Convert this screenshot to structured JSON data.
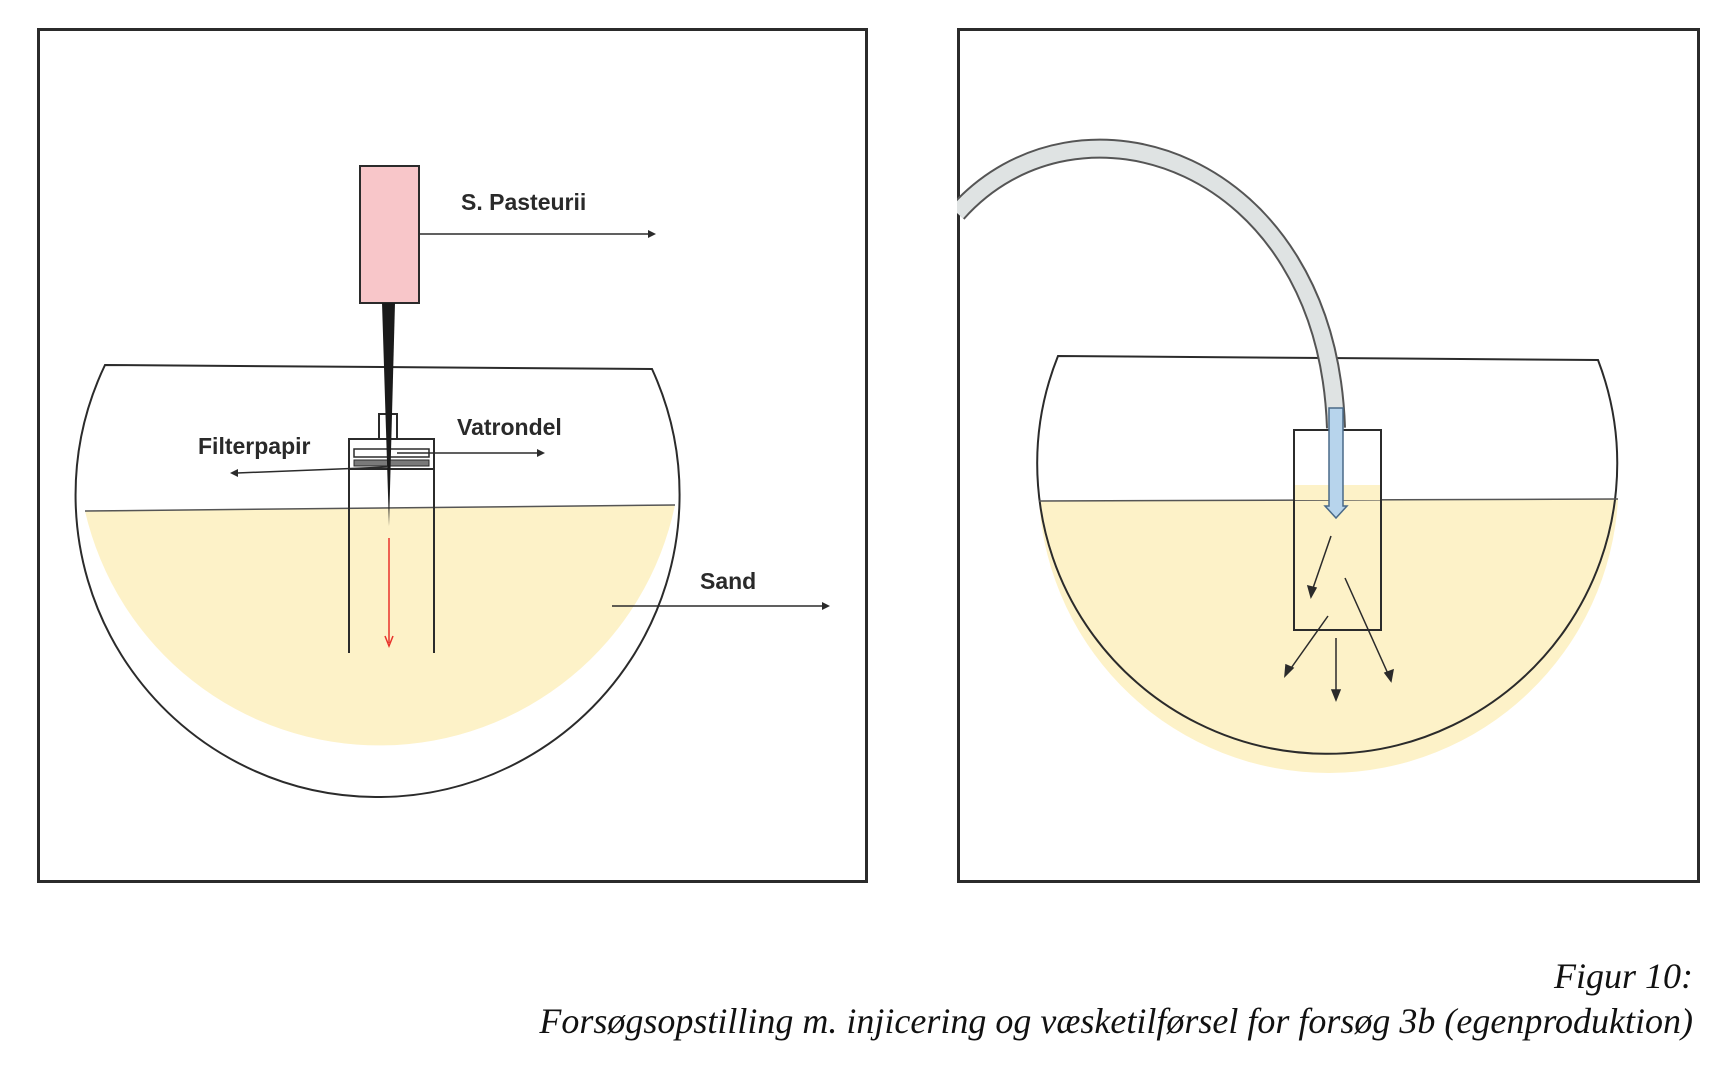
{
  "colors": {
    "sand": "#fdf2c8",
    "culture_container": "#f8c6c9",
    "tube": "#dfe3e3",
    "liquid": "#b7d4ec",
    "flow_arrow": "#e8322b",
    "outline": "#2b2b2b"
  },
  "left_panel": {
    "labels": {
      "culture": "S. Pasteurii",
      "cotton": "Vatrondel",
      "filter": "Filterpapir",
      "sand": "Sand"
    }
  },
  "right_panel": {},
  "caption": {
    "figure_number": "Figur 10:",
    "text": "Forsøgsopstilling m. injicering og væsketilførsel for forsøg 3b (egenproduktion)"
  }
}
